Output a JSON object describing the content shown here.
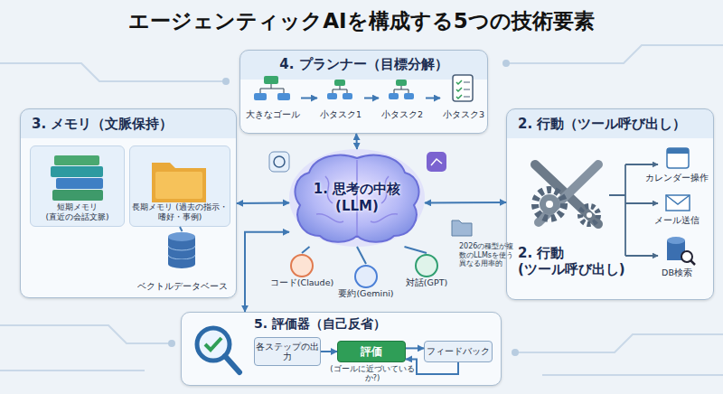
{
  "diagram": {
    "title": "エージェンティックAIを構成する5つの技術要素",
    "nodes": [
      {
        "text": [
          "4. プランナー（目標分解）"
        ]
      },
      {
        "text": [
          "大きなゴール"
        ],
        "in": 0
      },
      {
        "text": [
          "小タスク1"
        ],
        "in": 0
      },
      {
        "text": [
          "小タスク2"
        ],
        "in": 0
      },
      {
        "text": [
          "小タスク3"
        ],
        "in": 0
      },
      {
        "text": [
          "3. メモリ（文脈保持）"
        ]
      },
      {
        "text": [
          "短期メモリ (直近の会話文脈)"
        ],
        "in": 5
      },
      {
        "text": [
          "長期メモリ (過去の指示・嗜好・事例)"
        ],
        "in": 5
      },
      {
        "text": [
          "ベクトルデータベース"
        ],
        "in": 5
      },
      {
        "text": [
          "2. 行動（ツール呼び出し）",
          "2. 行動 (ツール呼び出し)"
        ]
      },
      {
        "text": [
          "カレンダー操作"
        ],
        "in": 9
      },
      {
        "text": [
          "メール送信"
        ],
        "in": 9
      },
      {
        "text": [
          "DB検索"
        ],
        "in": 9
      },
      {
        "text": [
          "1. 思考の中核 (LLM)"
        ]
      },
      {
        "text": [
          "コード(Claude)"
        ]
      },
      {
        "text": [
          "要約(Gemini)"
        ]
      },
      {
        "text": [
          "対話(GPT)"
        ]
      },
      {
        "text": [
          "5. 評価器（自己反省）"
        ]
      },
      {
        "text": [
          "各ステップの出力"
        ],
        "in": 17
      },
      {
        "text": [
          "評価",
          "(ゴールに近づいているか?)"
        ],
        "in": 17
      },
      {
        "text": [
          "フィードバック"
        ],
        "in": 17
      }
    ],
    "edges": [
      {
        "from": 1,
        "to": 2,
        "arrow": "to"
      },
      {
        "from": 2,
        "to": 3,
        "arrow": "to"
      },
      {
        "from": 3,
        "to": 4,
        "arrow": "to"
      },
      {
        "from": 0,
        "to": 13,
        "arrow": "both"
      },
      {
        "from": 5,
        "to": 13,
        "arrow": "both"
      },
      {
        "from": 13,
        "to": 9,
        "arrow": "both"
      },
      {
        "from": 13,
        "to": 14,
        "arrow": "none"
      },
      {
        "from": 13,
        "to": 15,
        "arrow": "none"
      },
      {
        "from": 13,
        "to": 16,
        "arrow": "none"
      },
      {
        "from": 7,
        "to": 8,
        "arrow": "none"
      },
      {
        "from": 17,
        "to": 13,
        "arrow": "both"
      },
      {
        "from": 18,
        "to": 19,
        "arrow": "to"
      },
      {
        "from": 19,
        "to": 20,
        "arrow": "to"
      },
      {
        "from": 20,
        "to": 19,
        "arrow": "to"
      }
    ],
    "labels": [
      "2026の種型が複数のLLMsを使う異なる用率的"
    ]
  }
}
